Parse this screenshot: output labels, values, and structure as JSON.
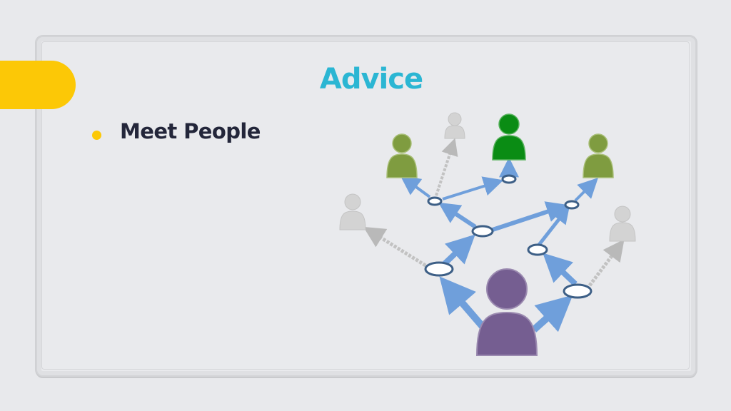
{
  "slide": {
    "title": "Advice",
    "bullets": [
      {
        "text": "Meet People"
      }
    ]
  },
  "colors": {
    "title": "#2bb6d3",
    "accent_yellow": "#fcc806",
    "bullet_text": "#23263a",
    "arrow_blue": "#7aa9e0",
    "node_outline": "#3d5f86",
    "person_main": "#755e91",
    "person_highlight": "#0a8c14",
    "person_active": "#7f9c40",
    "person_inactive": "#cfcfcf",
    "background": "#e9eaed"
  },
  "diagram": {
    "people": [
      {
        "role": "self",
        "color": "person_main"
      },
      {
        "role": "target",
        "color": "person_highlight"
      },
      {
        "role": "connection",
        "color": "person_active"
      },
      {
        "role": "connection",
        "color": "person_active"
      },
      {
        "role": "inactive",
        "color": "person_inactive"
      },
      {
        "role": "inactive",
        "color": "person_inactive"
      },
      {
        "role": "inactive",
        "color": "person_inactive"
      }
    ]
  }
}
